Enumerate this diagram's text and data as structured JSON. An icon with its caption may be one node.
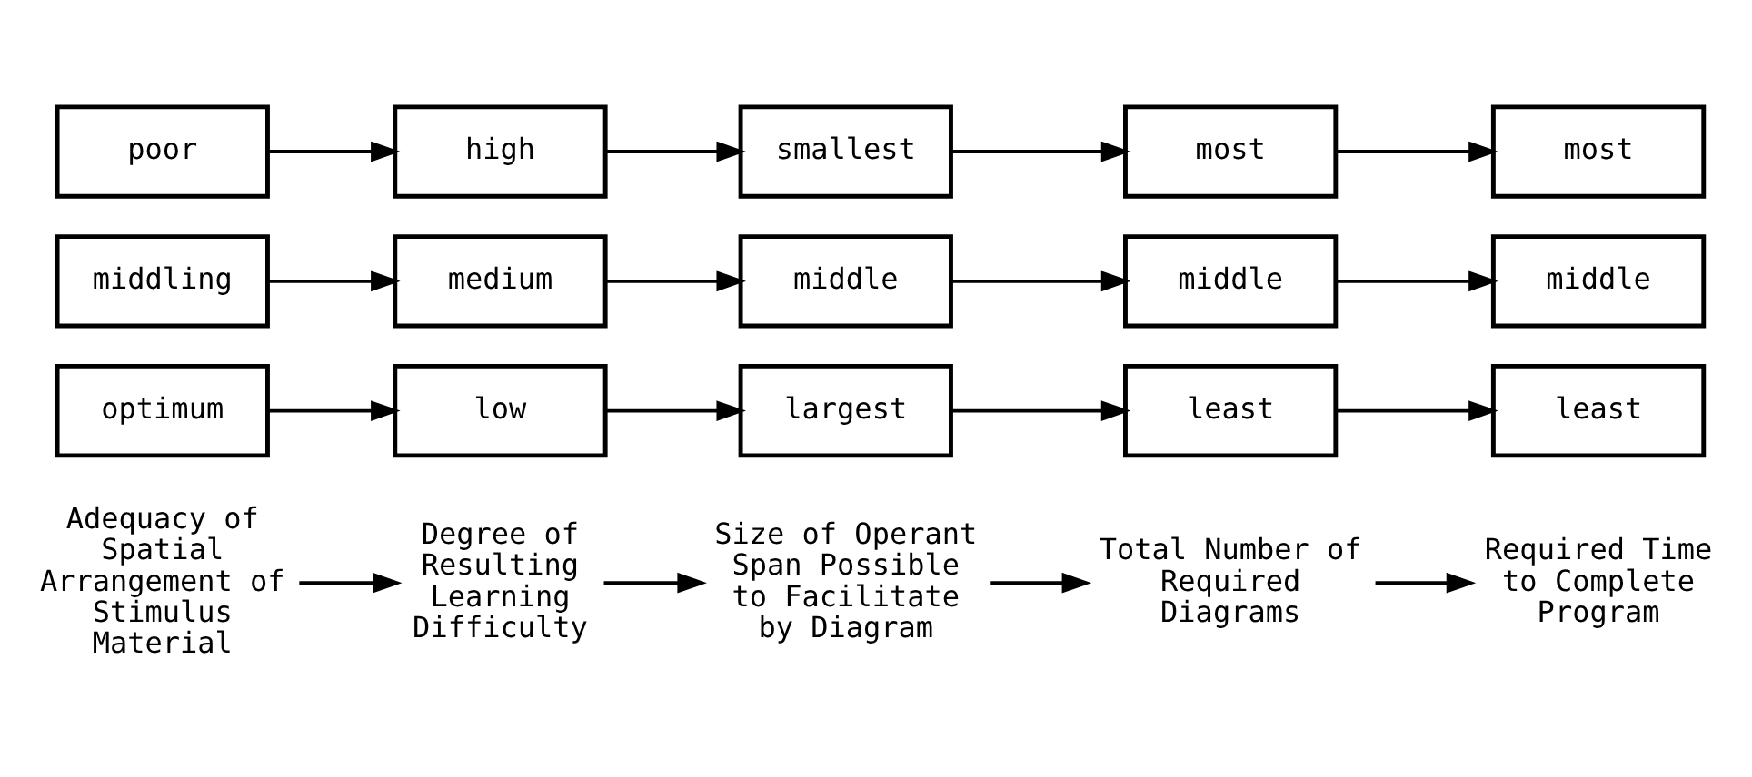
{
  "diagram": {
    "nodes": [
      {
        "text": [
          "Adequacy of Spatial Arrangement of Stimulus Material"
        ]
      },
      {
        "text": [
          "Degree of Resulting Learning Difficulty"
        ]
      },
      {
        "text": [
          "Size of Operant Span Possible to Facilitate by Diagram"
        ]
      },
      {
        "text": [
          "Total Number of Required Diagrams"
        ]
      },
      {
        "text": [
          "Required Time to Complete Program"
        ]
      },
      {
        "text": [
          "optimum"
        ]
      },
      {
        "text": [
          "low"
        ]
      },
      {
        "text": [
          "largest"
        ]
      },
      {
        "text": [
          "least"
        ]
      },
      {
        "text": [
          "least"
        ]
      },
      {
        "text": [
          "middling"
        ]
      },
      {
        "text": [
          "medium"
        ]
      },
      {
        "text": [
          "middle"
        ]
      },
      {
        "text": [
          "middle"
        ]
      },
      {
        "text": [
          "middle"
        ]
      },
      {
        "text": [
          "poor"
        ]
      },
      {
        "text": [
          "high"
        ]
      },
      {
        "text": [
          "smallest"
        ]
      },
      {
        "text": [
          "most"
        ]
      },
      {
        "text": [
          "most"
        ]
      }
    ],
    "edges": [
      {
        "from": 0,
        "to": 1,
        "arrow": "to"
      },
      {
        "from": 1,
        "to": 2,
        "arrow": "to"
      },
      {
        "from": 2,
        "to": 3,
        "arrow": "to"
      },
      {
        "from": 3,
        "to": 4,
        "arrow": "to"
      },
      {
        "from": 5,
        "to": 6,
        "arrow": "to"
      },
      {
        "from": 6,
        "to": 7,
        "arrow": "to"
      },
      {
        "from": 7,
        "to": 8,
        "arrow": "to"
      },
      {
        "from": 8,
        "to": 9,
        "arrow": "to"
      },
      {
        "from": 10,
        "to": 11,
        "arrow": "to"
      },
      {
        "from": 11,
        "to": 12,
        "arrow": "to"
      },
      {
        "from": 12,
        "to": 13,
        "arrow": "to"
      },
      {
        "from": 13,
        "to": 14,
        "arrow": "to"
      },
      {
        "from": 15,
        "to": 16,
        "arrow": "to"
      },
      {
        "from": 16,
        "to": 17,
        "arrow": "to"
      },
      {
        "from": 17,
        "to": 18,
        "arrow": "to"
      },
      {
        "from": 18,
        "to": 19,
        "arrow": "to"
      }
    ]
  }
}
